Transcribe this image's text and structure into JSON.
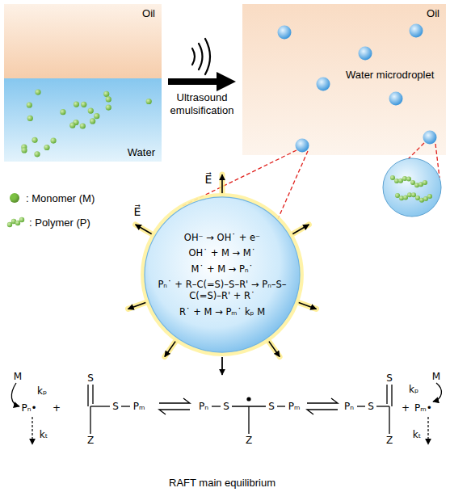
{
  "diagram": {
    "nodes": [
      {
        "text": [
          "Oil"
        ]
      },
      {
        "text": [
          "Water"
        ]
      },
      {
        "text": [
          "Oil",
          "Water microdroplet"
        ]
      },
      {
        "text": [
          "OH⁻ → OH˙ + e⁻",
          "OH˙ + M → M˙",
          "M˙ + M → Pₙ˙",
          "Pₙ˙ + R–C(=S)–S–R' → Pₙ–S–C(=S)–R' + R˙",
          "R˙ + M → Pₘ˙ kₚ M"
        ]
      }
    ],
    "edges": [
      {
        "from": 1,
        "to": 2,
        "arrow": "to",
        "label": "Ultrasound emulsification"
      }
    ],
    "labels": [
      "E⃗",
      "E⃗",
      "M",
      "kₚ",
      "Pₙ•",
      "+",
      "kₜ",
      "S",
      "S",
      "Pₘ",
      "Z",
      "Pₙ",
      "S",
      "S",
      "Pₘ",
      "Z",
      "Pₙ",
      "S",
      "S",
      "Z",
      "+",
      "Pₘ•",
      "M",
      "kₚ",
      "kₜ",
      "RAFT main equilibrium"
    ],
    "legend": [
      {
        "text": ": Monomer (M)",
        "color": "#7cc142"
      },
      {
        "text": ": Polymer (P)"
      }
    ]
  }
}
